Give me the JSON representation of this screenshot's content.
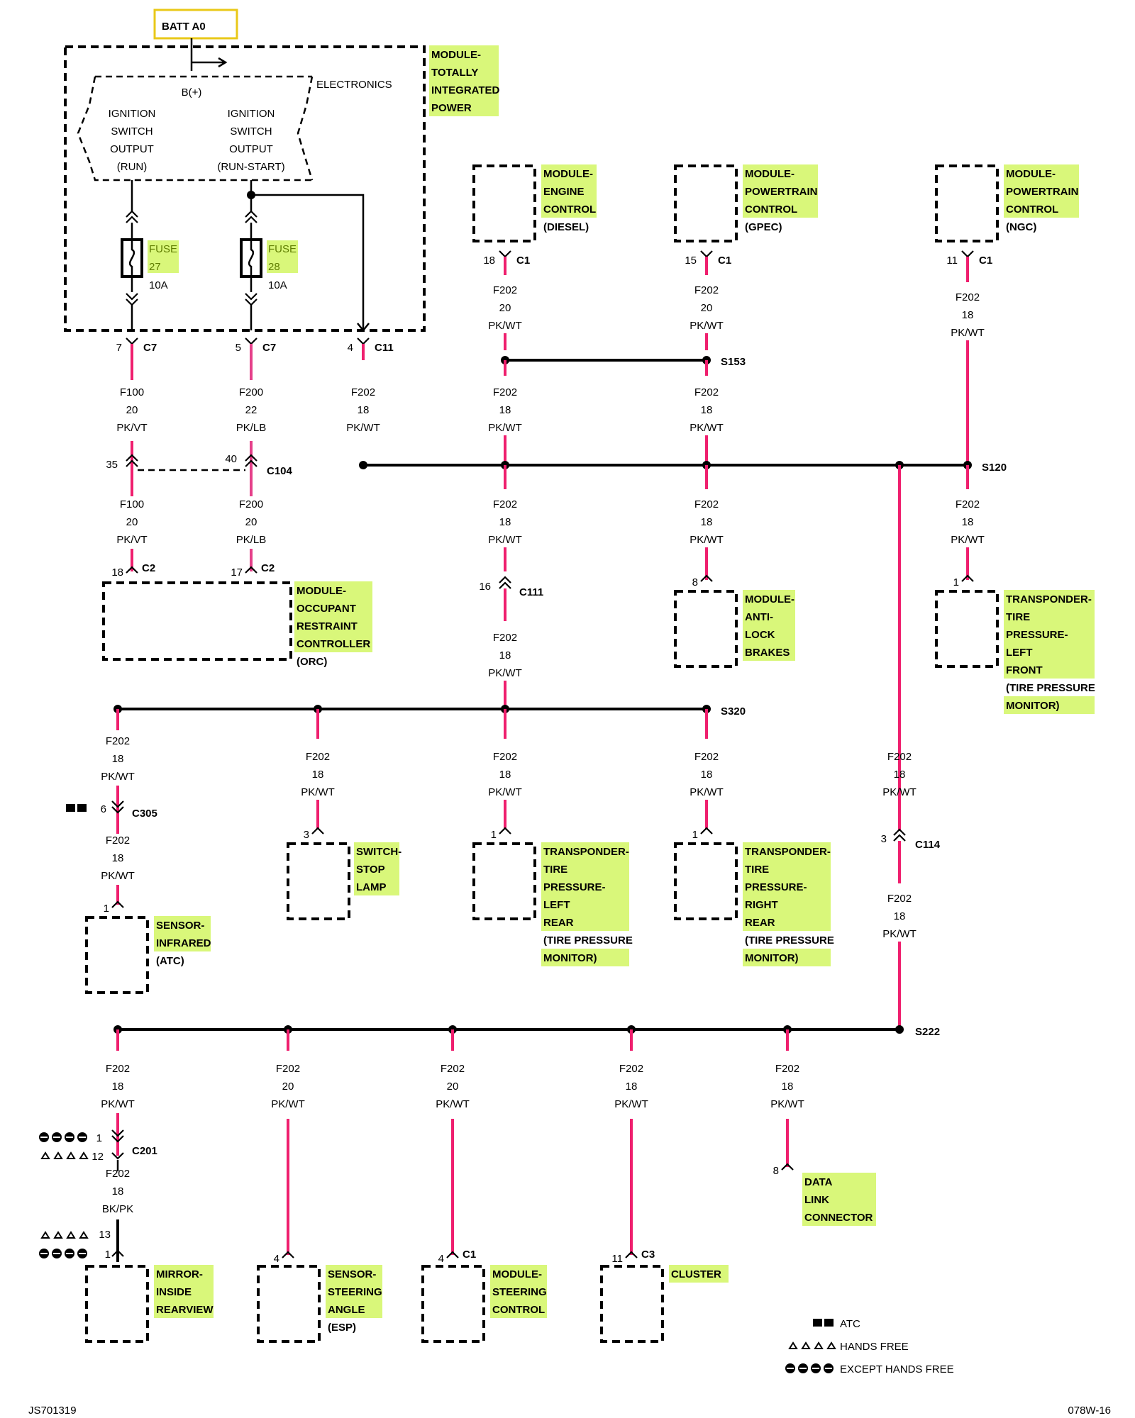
{
  "header": {
    "batt": "BATT A0"
  },
  "tipm": {
    "title": [
      "MODULE-",
      "TOTALLY",
      "INTEGRATED",
      "POWER"
    ],
    "electronics": "ELECTRONICS",
    "bplus": "B(+)",
    "run_output": [
      "IGNITION",
      "SWITCH",
      "OUTPUT",
      "(RUN)"
    ],
    "runstart_output": [
      "IGNITION",
      "SWITCH",
      "OUTPUT",
      "(RUN-START)"
    ],
    "fuse27": {
      "label": "FUSE",
      "num": "27",
      "amp": "10A"
    },
    "fuse28": {
      "label": "FUSE",
      "num": "28",
      "amp": "10A"
    }
  },
  "connectors": {
    "c7a": {
      "pin": "7",
      "name": "C7"
    },
    "c7b": {
      "pin": "5",
      "name": "C7"
    },
    "c11": {
      "pin": "4",
      "name": "C11"
    },
    "c104a": {
      "pin": "35"
    },
    "c104b": {
      "pin": "40",
      "name": "C104"
    },
    "c2a": {
      "pin": "18",
      "name": "C2"
    },
    "c2b": {
      "pin": "17",
      "name": "C2"
    },
    "c111": {
      "pin": "16",
      "name": "C111"
    },
    "ecm_c1": {
      "pin": "18",
      "name": "C1"
    },
    "gpec_c1": {
      "pin": "15",
      "name": "C1"
    },
    "ngc_c1": {
      "pin": "11",
      "name": "C1"
    },
    "abs": {
      "pin": "8"
    },
    "tpm_lf": {
      "pin": "1"
    },
    "c305": {
      "pin": "6",
      "name": "C305"
    },
    "ir": {
      "pin": "1"
    },
    "stop": {
      "pin": "3"
    },
    "tpm_lr": {
      "pin": "1"
    },
    "tpm_rr": {
      "pin": "1"
    },
    "c114": {
      "pin": "3",
      "name": "C114"
    },
    "c201": {
      "pin1": "1",
      "pin2": "12",
      "name": "C201"
    },
    "dlc": {
      "pin": "8"
    },
    "mirror": {
      "pin1": "13",
      "pin2": "1"
    },
    "sas": {
      "pin": "4"
    },
    "scm": {
      "pin": "4",
      "name": "C1"
    },
    "cluster": {
      "pin": "11",
      "name": "C3"
    }
  },
  "splices": {
    "s153": "S153",
    "s120": "S120",
    "s320": "S320",
    "s222": "S222"
  },
  "wires": {
    "f100_20": [
      "F100",
      "20",
      "PK/VT"
    ],
    "f200_22": [
      "F200",
      "22",
      "PK/LB"
    ],
    "f200_20": [
      "F200",
      "20",
      "PK/LB"
    ],
    "f202_18": [
      "F202",
      "18",
      "PK/WT"
    ],
    "f202_20": [
      "F202",
      "20",
      "PK/WT"
    ],
    "f202_18_bkpk": [
      "F202",
      "18",
      "BK/PK"
    ]
  },
  "modules": {
    "orc": [
      "MODULE-",
      "OCCUPANT",
      "RESTRAINT",
      "CONTROLLER",
      "(ORC)"
    ],
    "ecm": [
      "MODULE-",
      "ENGINE",
      "CONTROL",
      "(DIESEL)"
    ],
    "gpec": [
      "MODULE-",
      "POWERTRAIN",
      "CONTROL",
      "(GPEC)"
    ],
    "ngc": [
      "MODULE-",
      "POWERTRAIN",
      "CONTROL",
      "(NGC)"
    ],
    "abs": [
      "MODULE-",
      "ANTI-",
      "LOCK",
      "BRAKES"
    ],
    "tpm_lf": [
      "TRANSPONDER-",
      "TIRE",
      "PRESSURE-",
      "LEFT",
      "FRONT",
      "(TIRE PRESSURE",
      "MONITOR)"
    ],
    "ir": [
      "SENSOR-",
      "INFRARED",
      "(ATC)"
    ],
    "stop": [
      "SWITCH-",
      "STOP",
      "LAMP"
    ],
    "tpm_lr": [
      "TRANSPONDER-",
      "TIRE",
      "PRESSURE-",
      "LEFT",
      "REAR",
      "(TIRE PRESSURE",
      "MONITOR)"
    ],
    "tpm_rr": [
      "TRANSPONDER-",
      "TIRE",
      "PRESSURE-",
      "RIGHT",
      "REAR",
      "(TIRE PRESSURE",
      "MONITOR)"
    ],
    "dlc": [
      "DATA",
      "LINK",
      "CONNECTOR"
    ],
    "mirror": [
      "MIRROR-",
      "INSIDE",
      "REARVIEW"
    ],
    "sas": [
      "SENSOR-",
      "STEERING",
      "ANGLE",
      "(ESP)"
    ],
    "scm": [
      "MODULE-",
      "STEERING",
      "CONTROL"
    ],
    "cluster": [
      "CLUSTER"
    ]
  },
  "legend": {
    "atc": "ATC",
    "hands_free": "HANDS FREE",
    "except_hands_free": "EXCEPT HANDS FREE"
  },
  "footer": {
    "left": "JS701319",
    "right": "078W-16"
  }
}
